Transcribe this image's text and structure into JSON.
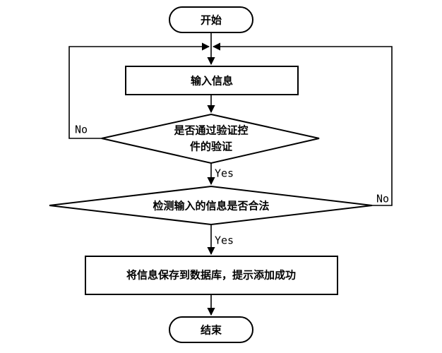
{
  "flowchart": {
    "nodes": {
      "start": "开始",
      "input": "输入信息",
      "validation_line1": "是否通过验证控",
      "validation_line2": "件的验证",
      "legality": "检测输入的信息是否合法",
      "save": "将信息保存到数据库，提示添加成功",
      "end": "结束"
    },
    "edges": {
      "validation_yes": "Yes",
      "validation_no": "No",
      "legality_yes": "Yes",
      "legality_no": "No"
    }
  }
}
